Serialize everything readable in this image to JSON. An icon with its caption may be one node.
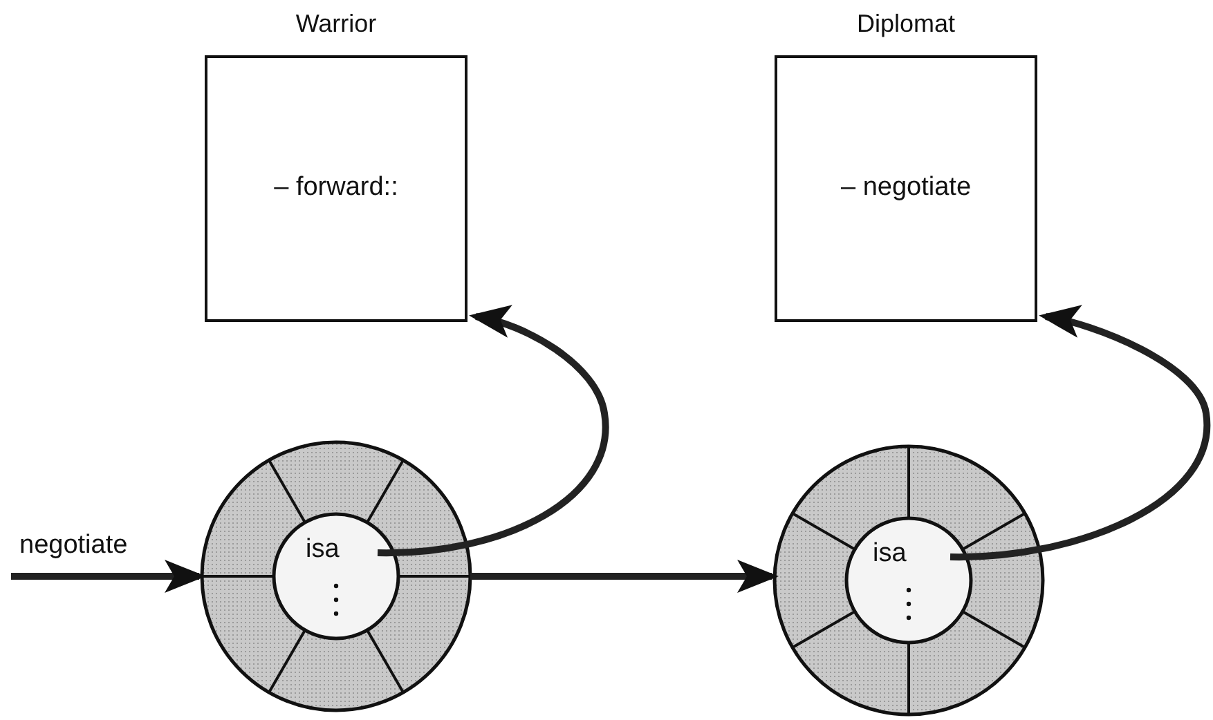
{
  "diagram": {
    "nodes": [
      {
        "text": [
          "Warrior",
          "– forward::"
        ]
      },
      {
        "text": [
          "Diplomat",
          "– negotiate"
        ]
      },
      {
        "text": [
          "isa"
        ]
      },
      {
        "text": [
          "isa"
        ]
      }
    ],
    "edges": [
      {
        "from": null,
        "to": 2,
        "arrow": "to",
        "label": "negotiate"
      },
      {
        "from": 2,
        "to": 3,
        "arrow": "to"
      },
      {
        "from": 2,
        "to": 0,
        "arrow": "to"
      },
      {
        "from": 3,
        "to": 1,
        "arrow": "to"
      }
    ]
  }
}
